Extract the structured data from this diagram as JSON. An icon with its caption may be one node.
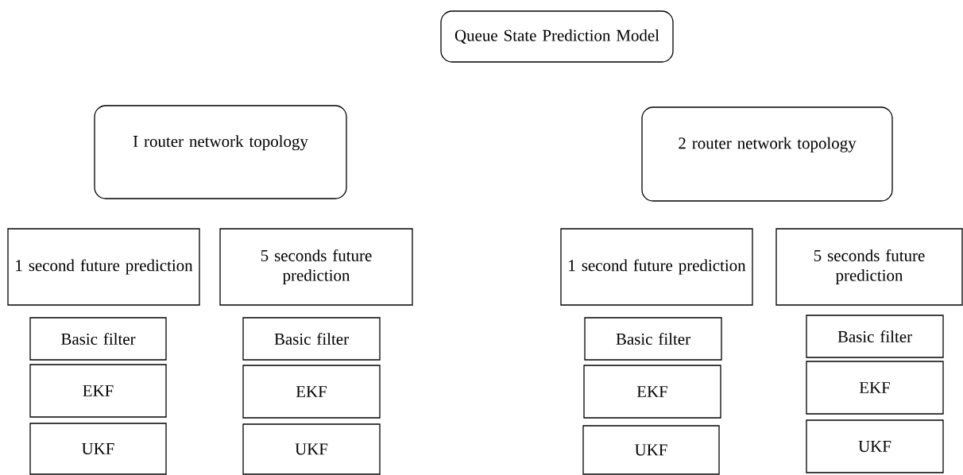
{
  "diagram": {
    "nodes": [
      {
        "text": [
          "Queue State Prediction Model"
        ]
      },
      {
        "text": [
          "I router network topology"
        ]
      },
      {
        "text": [
          "2 router network topology"
        ]
      },
      {
        "text": [
          "1 second future prediction"
        ]
      },
      {
        "text": [
          "5 seconds future prediction"
        ]
      },
      {
        "text": [
          "1 second future prediction"
        ]
      },
      {
        "text": [
          "5 seconds future prediction"
        ]
      },
      {
        "text": [
          "Basic filter"
        ]
      },
      {
        "text": [
          "Basic filter"
        ]
      },
      {
        "text": [
          "Basic filter"
        ]
      },
      {
        "text": [
          "Basic filter"
        ]
      },
      {
        "text": [
          "EKF"
        ]
      },
      {
        "text": [
          "EKF"
        ]
      },
      {
        "text": [
          "EKF"
        ]
      },
      {
        "text": [
          "EKF"
        ]
      },
      {
        "text": [
          "UKF"
        ]
      },
      {
        "text": [
          "UKF"
        ]
      },
      {
        "text": [
          "UKF"
        ]
      },
      {
        "text": [
          "UKF"
        ]
      }
    ]
  }
}
